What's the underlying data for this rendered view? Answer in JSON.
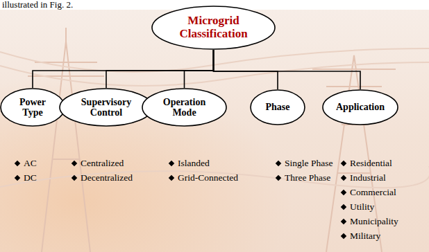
{
  "diagram": {
    "nodes": [
      {
        "text": [
          "Microgrid Classification"
        ]
      },
      {
        "text": [
          "Power Type"
        ]
      },
      {
        "text": [
          "Supervisory Control"
        ]
      },
      {
        "text": [
          "Operation Mode"
        ]
      },
      {
        "text": [
          "Phase"
        ]
      },
      {
        "text": [
          "Application"
        ]
      }
    ],
    "edges": [
      {
        "from": 0,
        "to": 1,
        "arrow": "none"
      },
      {
        "from": 0,
        "to": 2,
        "arrow": "none"
      },
      {
        "from": 0,
        "to": 3,
        "arrow": "none"
      },
      {
        "from": 0,
        "to": 4,
        "arrow": "none"
      },
      {
        "from": 0,
        "to": 5,
        "arrow": "none"
      }
    ],
    "labels": [
      "illustrated in Fig. 2.",
      "AC",
      "DC",
      "Centralized",
      "Decentralized",
      "Islanded",
      "Grid-Connected",
      "Single Phase",
      "Three Phase",
      "Residential",
      "Industrial",
      "Commercial",
      "Utility",
      "Municipality",
      "Military"
    ]
  }
}
